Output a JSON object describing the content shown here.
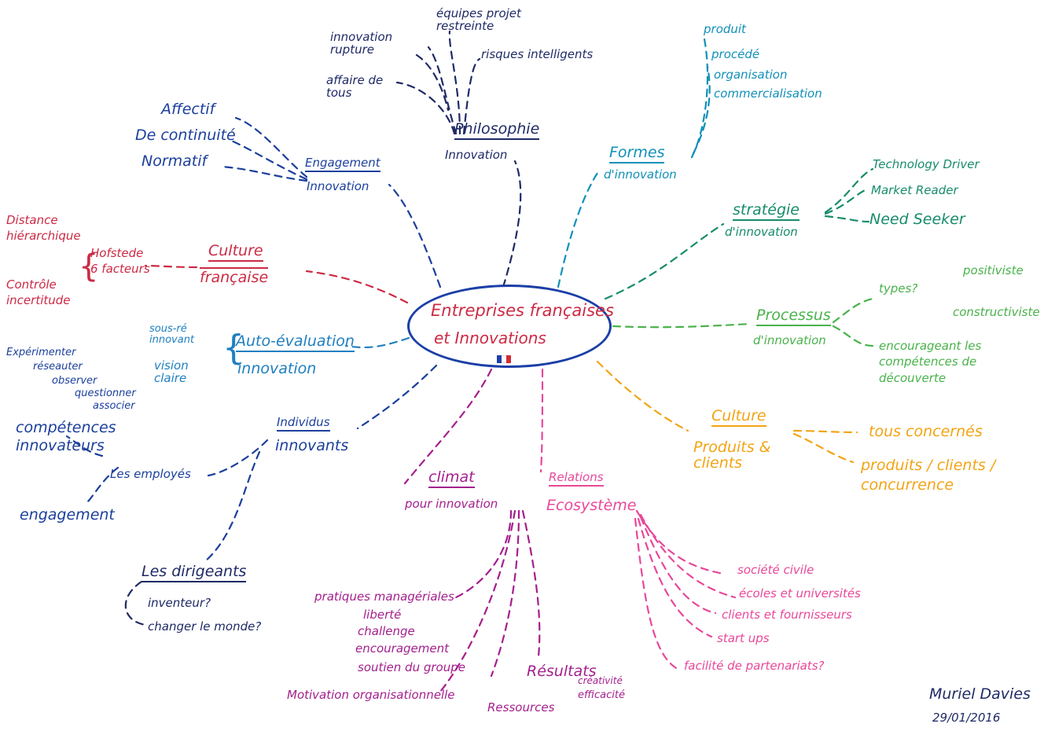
{
  "center": {
    "line1": "Entreprises françaises",
    "line2": "et Innovations",
    "flag_colors": [
      "#1f3fa8",
      "#ffffff",
      "#d22b35"
    ]
  },
  "philosophie": {
    "title": "Philosophie",
    "subtitle": "Innovation",
    "items": [
      "innovation rupture",
      "affaire de tous",
      "équipes projet restreinte",
      "risques intelligents"
    ]
  },
  "formes": {
    "title": "Formes",
    "subtitle": "d'innovation",
    "items": [
      "produit",
      "procédé",
      "organisation",
      "commercialisation"
    ]
  },
  "strategie": {
    "title": "stratégie",
    "subtitle": "d'innovation",
    "items": [
      "Technology Driver",
      "Market Reader",
      "Need Seeker"
    ]
  },
  "processus": {
    "title": "Processus",
    "subtitle": "d'innovation",
    "types_label": "types?",
    "types": [
      "positiviste",
      "constructiviste"
    ],
    "encourage": "encourageant les compétences de découverte"
  },
  "culture_produits": {
    "title": "Culture",
    "subtitle": "Produits & clients",
    "items": [
      "tous concernés",
      "produits / clients / concurrence"
    ]
  },
  "relations": {
    "title": "Relations",
    "subtitle": "Ecosystème",
    "items": [
      "société civile",
      "écoles et universités",
      "clients et fournisseurs",
      "start ups",
      "facilité de partenariats?"
    ]
  },
  "climat": {
    "title": "climat",
    "subtitle": "pour innovation",
    "pratiques": "pratiques managériales",
    "pratiques_items": [
      "liberté",
      "challenge",
      "encouragement",
      "soutien du groupe"
    ],
    "motivation": "Motivation organisationnelle",
    "ressources": "Ressources",
    "resultats": "Résultats",
    "resultats_items": [
      "créativité",
      "efficacité"
    ]
  },
  "individus": {
    "title": "Individus",
    "subtitle": "innovants",
    "employes": "Les employés",
    "competences": [
      "Expérimenter",
      "réseauter",
      "observer",
      "questionner",
      "associer"
    ],
    "competences_label": "compétences innovateurs",
    "engagement": "engagement",
    "dirigeants": "Les dirigeants",
    "dirigeants_items": [
      "inventeur?",
      "changer le monde?"
    ]
  },
  "auto": {
    "title": "Auto-évaluation",
    "subtitle": "innovation",
    "items": [
      "sous-ré innovant",
      "vision claire"
    ]
  },
  "culture_fr": {
    "title": "Culture",
    "subtitle": "française",
    "hofstede": "Hofstede 6 facteurs",
    "items": [
      "Distance hiérarchique",
      "Contrôle incertitude"
    ]
  },
  "engagement": {
    "title": "Engagement",
    "subtitle": "Innovation",
    "items": [
      "Affectif",
      "De continuité",
      "Normatif"
    ]
  },
  "signature": {
    "name": "Muriel Davies",
    "date": "29/01/2016"
  }
}
